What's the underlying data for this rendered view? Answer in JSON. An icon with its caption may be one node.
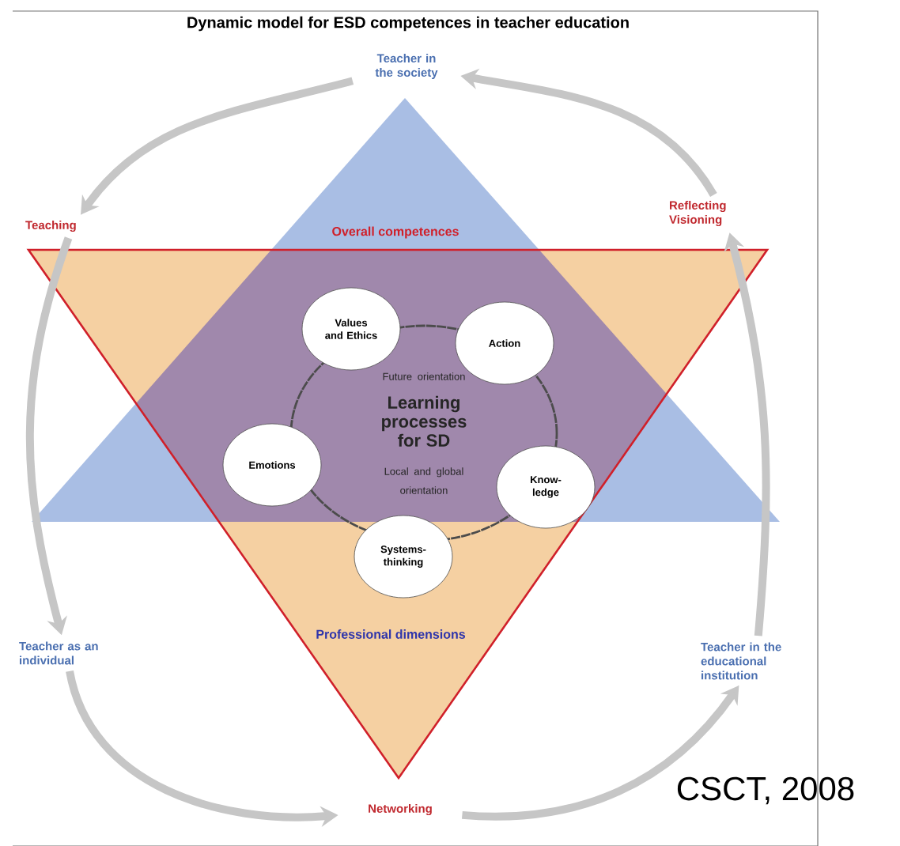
{
  "diagram": {
    "title": "Dynamic model for ESD competences in teacher education",
    "nodes": [
      {
        "text": [
          "Teacher in the society"
        ]
      },
      {
        "text": [
          "Reflecting Visioning"
        ]
      },
      {
        "text": [
          "Teacher in the educational institution"
        ]
      },
      {
        "text": [
          "Networking"
        ]
      },
      {
        "text": [
          "Teacher as an individual"
        ]
      },
      {
        "text": [
          "Teaching"
        ]
      },
      {
        "text": [
          "Future orientation",
          "Learning processes for SD",
          "Local and global orientation"
        ]
      },
      {
        "text": [
          "Values and Ethics"
        ]
      },
      {
        "text": [
          "Action"
        ]
      },
      {
        "text": [
          "Know-ledge"
        ]
      },
      {
        "text": [
          "Systems-thinking"
        ]
      },
      {
        "text": [
          "Emotions"
        ]
      }
    ],
    "edges": [
      {
        "from": 0,
        "to": 5,
        "arrow": "to"
      },
      {
        "from": 5,
        "to": 4,
        "arrow": "to"
      },
      {
        "from": 4,
        "to": 3,
        "arrow": "to"
      },
      {
        "from": 3,
        "to": 2,
        "arrow": "to"
      },
      {
        "from": 2,
        "to": 1,
        "arrow": "to"
      },
      {
        "from": 1,
        "to": 0,
        "arrow": "to"
      }
    ],
    "labels": [
      "Overall competences",
      "Professional dimensions",
      "CSCT, 2008"
    ]
  }
}
